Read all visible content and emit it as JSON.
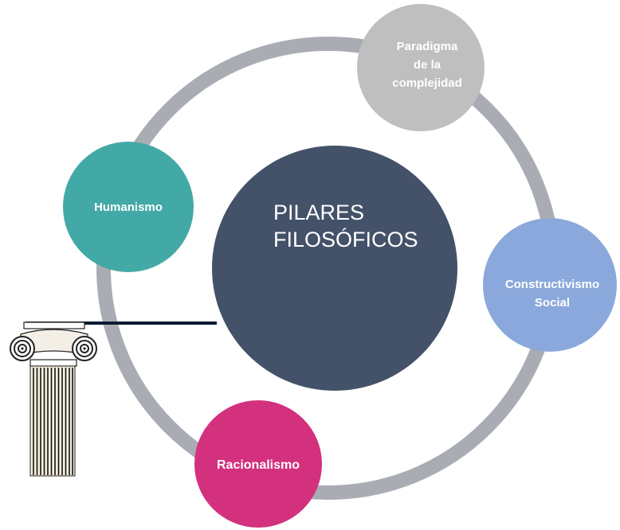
{
  "center": {
    "line1": "PILARES",
    "line2": "FILOSÓFICOS",
    "color": "#435268"
  },
  "ring_color": "#a9adb3",
  "nodes": [
    {
      "id": "paradigma",
      "lines": [
        "Paradigma",
        "de la",
        "complejidad"
      ],
      "color": "#bfbfbf"
    },
    {
      "id": "humanismo",
      "lines": [
        "Humanismo"
      ],
      "color": "#43a9a6"
    },
    {
      "id": "constructivismo",
      "lines": [
        "Constructivismo",
        "Social"
      ],
      "color": "#8aa8db"
    },
    {
      "id": "racionalismo",
      "lines": [
        "Racionalismo"
      ],
      "color": "#d3307e"
    }
  ],
  "column_icon": "ionic-column-icon"
}
